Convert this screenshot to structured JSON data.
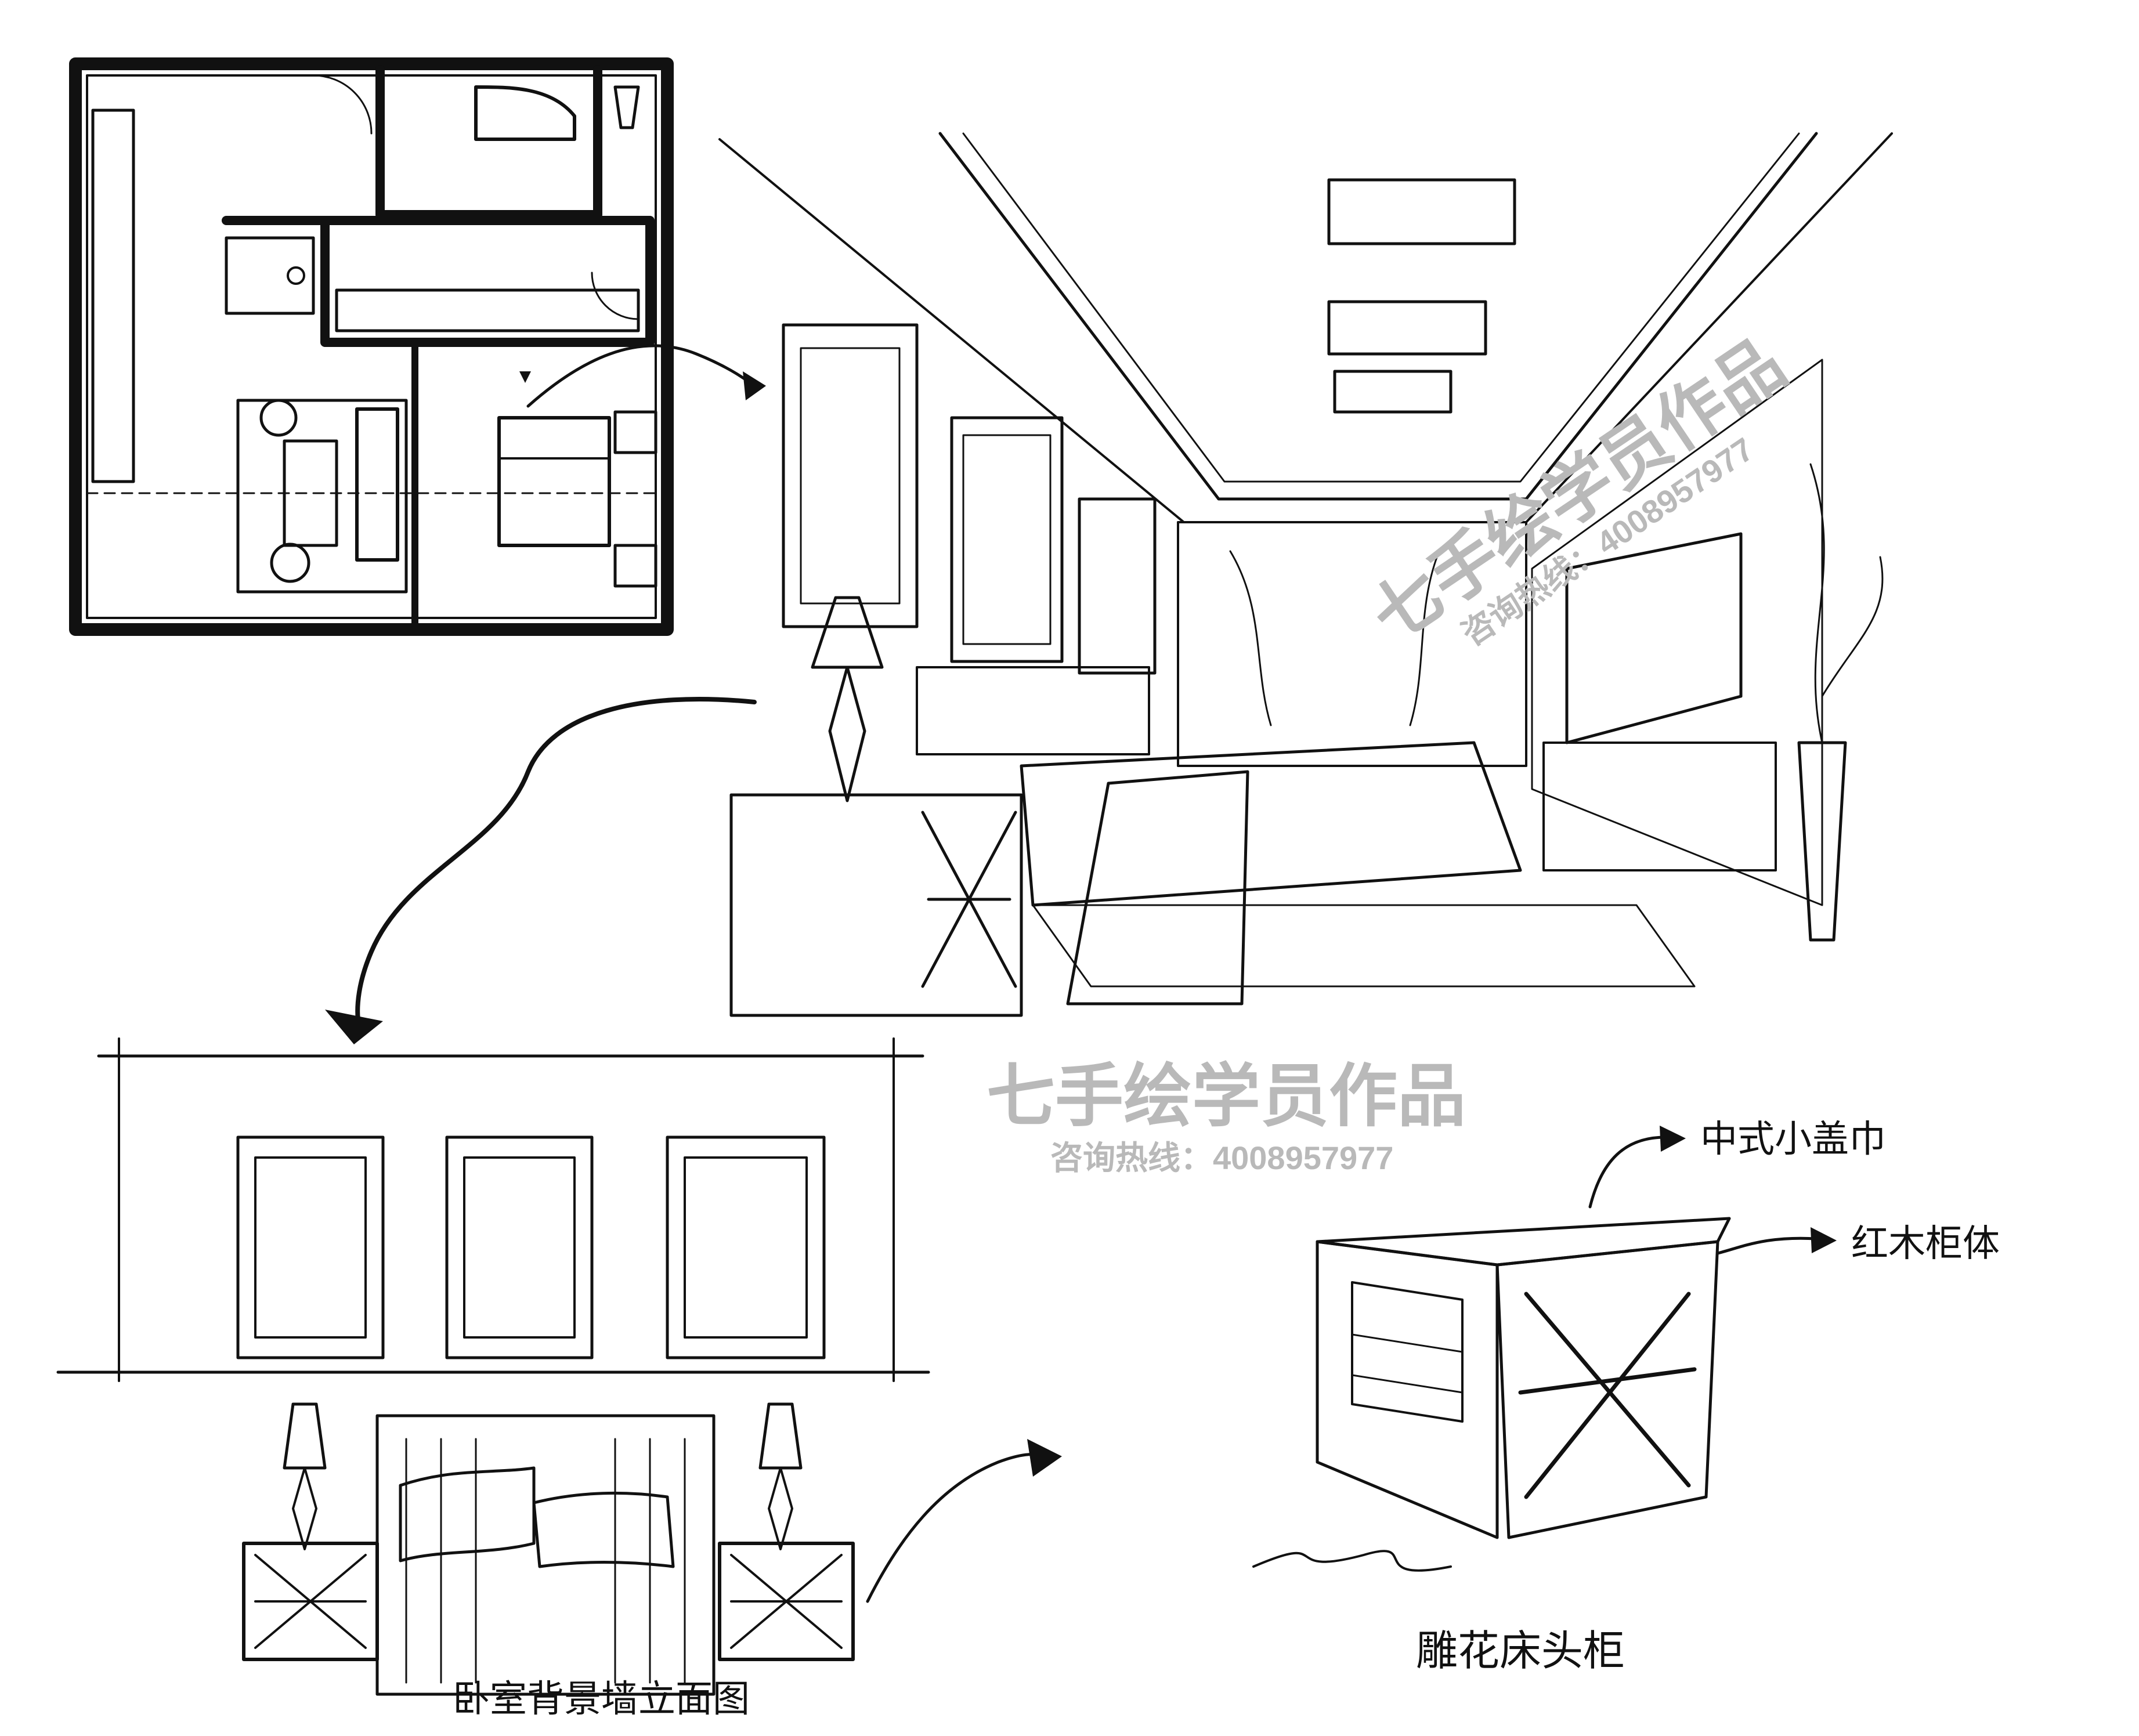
{
  "watermark_center": {
    "title": "七手绘学员作品",
    "hotline": "咨询热线：4008957977"
  },
  "watermark_diagonal": {
    "title": "七手绘学员作品",
    "hotline": "咨询热线：4008957977"
  },
  "annotations": {
    "elevation_caption": "卧室背景墙立面图",
    "cabinet_caption": "雕花床头柜",
    "cover_label": "中式小盖巾",
    "body_label": "红木柜体"
  },
  "colors": {
    "ink": "#111111",
    "paper": "#ffffff",
    "watermark": "#b9b9b9"
  }
}
